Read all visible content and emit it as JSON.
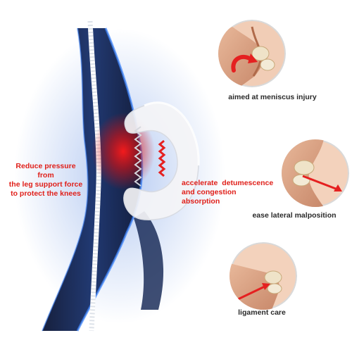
{
  "left_caption": {
    "line1": "Reduce pressure from",
    "line2": "the leg support force",
    "line3": "to protect the knees"
  },
  "middle_caption": {
    "line1": "accelerate  detumescence",
    "line2": "and congestion absorption"
  },
  "features": [
    {
      "caption": "aimed at meniscus injury",
      "icon": "knee-joint-rotation-icon"
    },
    {
      "caption": "ease lateral malposition",
      "icon": "knee-joint-lateral-icon"
    },
    {
      "caption": "ligament care",
      "icon": "knee-ligament-icon"
    }
  ],
  "colors": {
    "accent_red": "#e0201a",
    "glow_blue": "#1f6bd6",
    "leg_dark": "#0b1a3a"
  }
}
